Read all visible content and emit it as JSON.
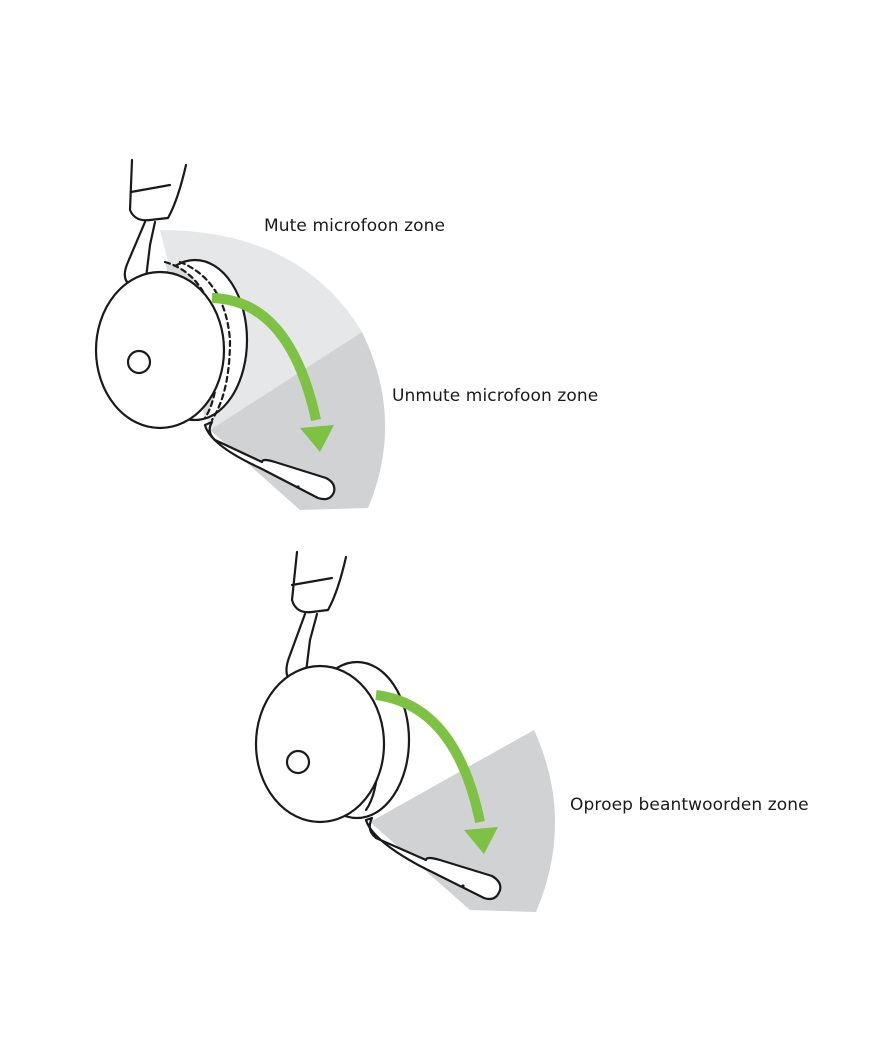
{
  "diagrams": [
    {
      "id": "top",
      "zones": [
        {
          "label": "Mute microfoon zone",
          "fill": "#e6e7e8"
        },
        {
          "label": "Unmute microfoon zone",
          "fill": "#d0d2d3"
        }
      ],
      "arrow_color": "#7dc242"
    },
    {
      "id": "bottom",
      "zones": [
        {
          "label": "Oproep beantwoorden zone",
          "fill": "#d0d2d3"
        }
      ],
      "arrow_color": "#7dc242"
    }
  ],
  "colors": {
    "outline": "#1a1a1a",
    "arrow": "#7dc242",
    "zone_light": "#e6e7e8",
    "zone_dark": "#d0d2d3"
  },
  "icons": [
    "headset-icon",
    "headset-icon"
  ]
}
